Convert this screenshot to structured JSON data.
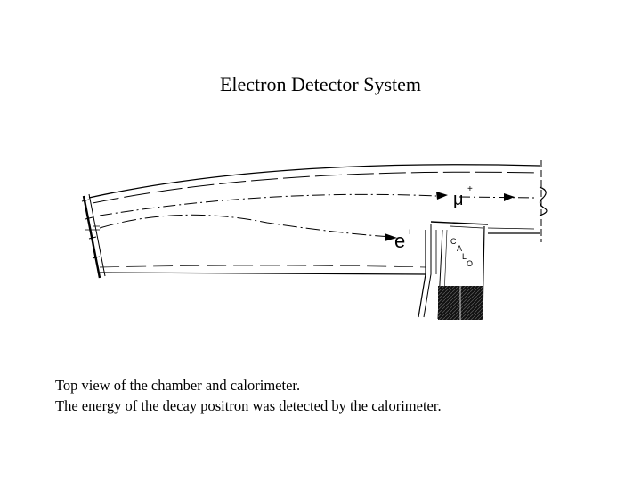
{
  "slide": {
    "title": "Electron Detector System"
  },
  "diagram": {
    "label_positron": "e",
    "label_positron_charge": "+",
    "label_muon": "μ",
    "label_muon_charge": "+",
    "calo_letters": [
      "C",
      "A",
      "L",
      "O"
    ]
  },
  "caption": {
    "line1": "Top view of the chamber and calorimeter.",
    "line2": "The energy of the decay positron was detected by the calorimeter."
  }
}
